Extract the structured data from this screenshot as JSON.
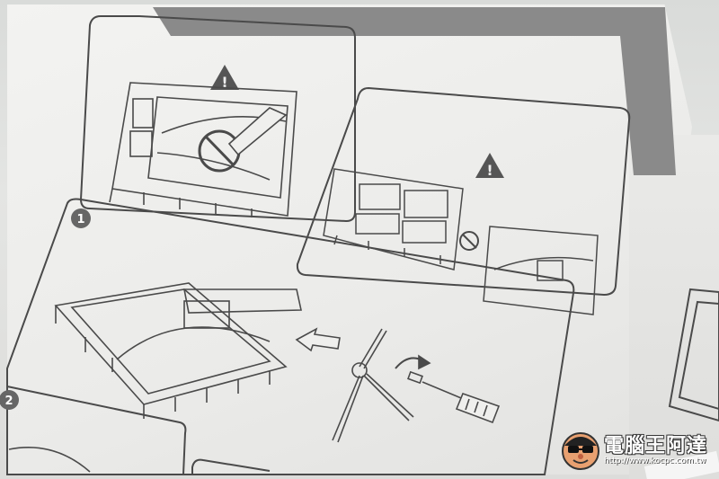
{
  "manual": {
    "step_1_label": "1",
    "step_2_label": "2"
  },
  "watermark": {
    "title": "電腦王阿達",
    "url": "http://www.kocpc.com.tw"
  },
  "colors": {
    "line": "#4a4a4a",
    "paper": "#efefed",
    "banner": "#8a8a8a",
    "step_badge": "#666666"
  }
}
